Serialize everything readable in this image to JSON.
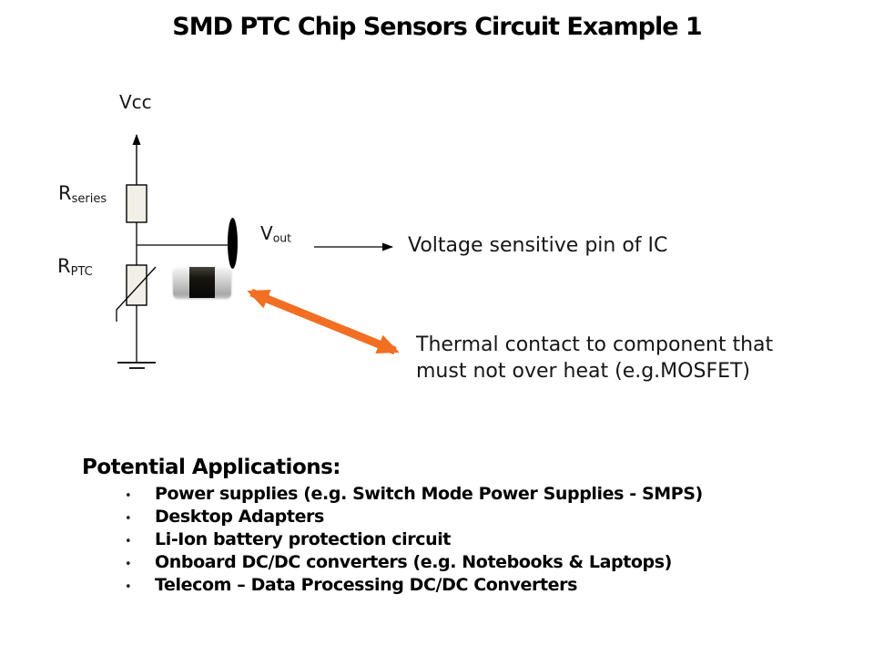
{
  "title": "SMD PTC Chip Sensors Circuit Example 1",
  "colors": {
    "background": "#FFFFFF",
    "text": "#111111",
    "wire": "#000000",
    "resistor_fill": "#F2F0E6",
    "thermal_arrow_orange": "#F16E22",
    "chip_terminal_silver": "#C9C9C9",
    "chip_body_black": "#17160F"
  },
  "circuit": {
    "vcc_label": "Vcc",
    "r_series": {
      "main": "R",
      "sub": "series"
    },
    "r_ptc": {
      "main": "R",
      "sub": "PTC"
    },
    "vout": {
      "main": "V",
      "sub": "out"
    },
    "voltage_pin_text": "Voltage sensitive pin of IC",
    "thermal_line1": "Thermal contact to component that",
    "thermal_line2": "must not over heat (e.g.MOSFET)"
  },
  "applications": {
    "heading": "Potential Applications:",
    "bullet_glyph": "•",
    "items": [
      "Power supplies (e.g. Switch Mode Power Supplies - SMPS)",
      "Desktop Adapters",
      "Li-Ion battery protection circuit",
      "Onboard DC/DC converters (e.g. Notebooks & Laptops)",
      "Telecom – Data Processing DC/DC Converters"
    ]
  }
}
